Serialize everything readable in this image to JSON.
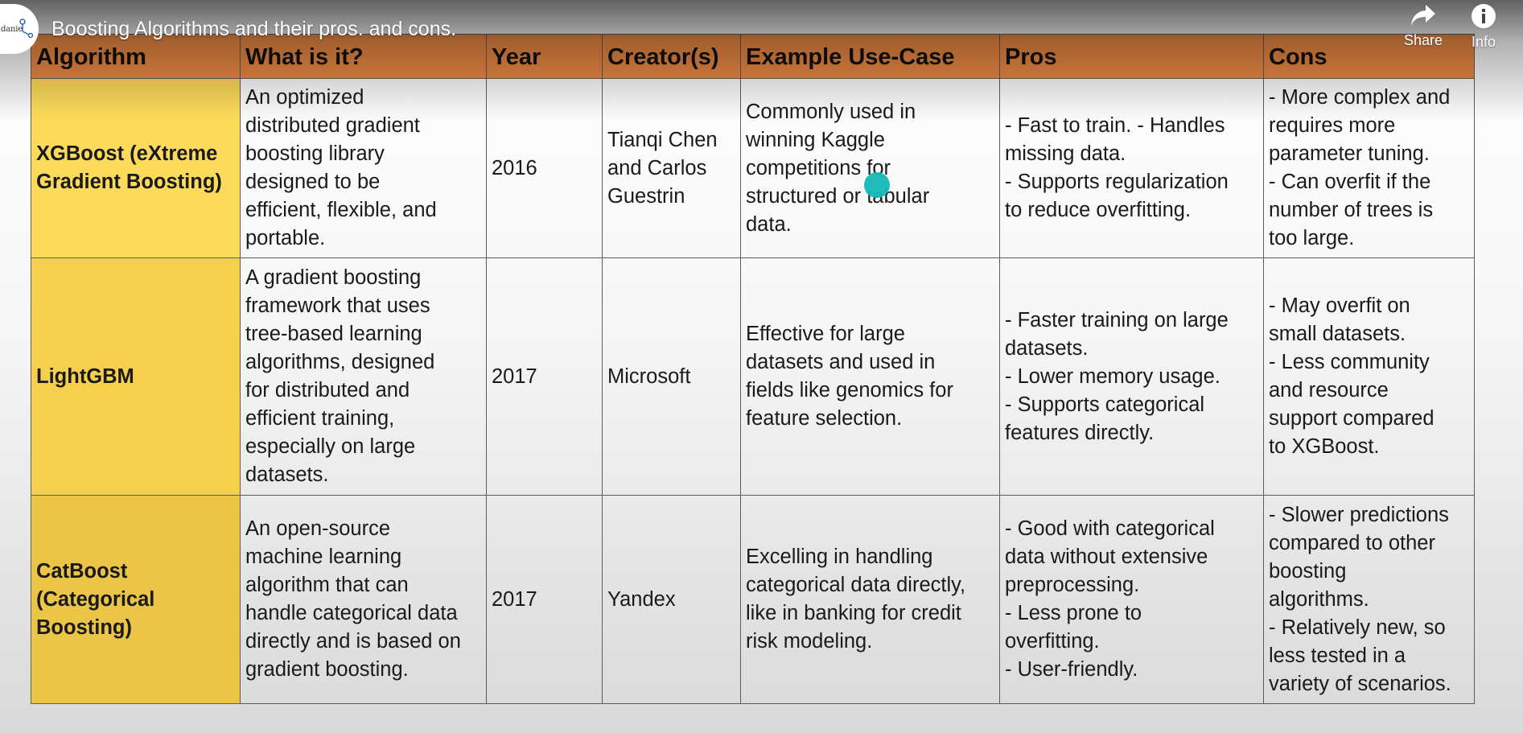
{
  "player": {
    "title": "Boosting Algorithms and their pros. and cons.",
    "channel_avatar_text": "danie",
    "share_label": "Share",
    "info_label": "Info"
  },
  "table": {
    "headers": [
      "Algorithm",
      "What is it?",
      "Year",
      "Creator(s)",
      "Example Use-Case",
      "Pros",
      "Cons"
    ],
    "rows": [
      {
        "algorithm": "XGBoost (eXtreme\nGradient Boosting)",
        "what": "An optimized\ndistributed gradient\nboosting library\ndesigned to be\nefficient, flexible, and\nportable.",
        "year": "2016",
        "creators": "Tianqi Chen\nand Carlos\nGuestrin",
        "use_case": "Commonly used in\nwinning Kaggle\ncompetitions for\nstructured or tabular\ndata.",
        "pros": "- Fast to train. - Handles\nmissing data.\n- Supports regularization\nto reduce overfitting.",
        "cons": "- More complex and\nrequires more\nparameter tuning.\n- Can overfit if the\nnumber of trees is\ntoo large."
      },
      {
        "algorithm": "LightGBM",
        "what": "A gradient boosting\nframework that uses\ntree-based learning\nalgorithms, designed\nfor distributed and\nefficient training,\nespecially on large\ndatasets.",
        "year": "2017",
        "creators": "Microsoft",
        "use_case": "Effective for large\ndatasets and used in\nfields like genomics for\nfeature selection.",
        "pros": "- Faster training on large\ndatasets.\n- Lower memory usage.\n- Supports categorical\nfeatures directly.",
        "cons": "- May overfit on\nsmall datasets.\n- Less community\nand resource\nsupport compared\nto XGBoost."
      },
      {
        "algorithm": "CatBoost\n(Categorical\nBoosting)",
        "what": "An open-source\nmachine learning\nalgorithm that can\nhandle categorical data\ndirectly and is based on\ngradient boosting.",
        "year": "2017",
        "creators": "Yandex",
        "use_case": "Excelling in handling\ncategorical data directly,\nlike in banking for credit\nrisk modeling.",
        "pros": "- Good with categorical\ndata without extensive\npreprocessing.\n- Less prone to\noverfitting.\n- User-friendly.",
        "cons": "- Slower predictions\ncompared to other\nboosting\nalgorithms.\n- Relatively new, so\nless tested in a\nvariety of scenarios."
      }
    ]
  },
  "colors": {
    "header_bg": "#ee8a44",
    "algorithm_bg": "#fbd653",
    "cursor_dot": "#14b8b8"
  },
  "icons": {
    "share": "share-arrow-icon",
    "info": "info-circle-icon",
    "avatar": "channel-logo-icon"
  }
}
